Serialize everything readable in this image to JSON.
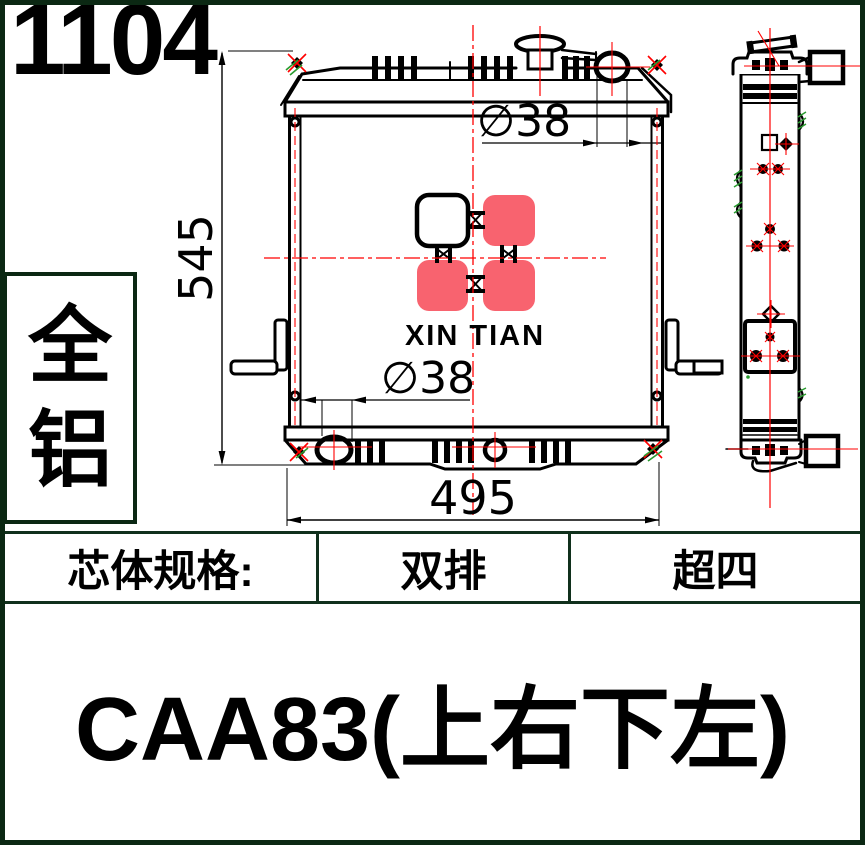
{
  "frame": {
    "background": "#ffffff",
    "border_color": "#0b2813"
  },
  "part_number": "1104",
  "material_badge": {
    "char1": "全",
    "char2": "铝"
  },
  "drawing": {
    "dimensions": {
      "height": "545",
      "width": "495",
      "top_port_diameter": "∅38",
      "bottom_port_diameter": "∅38"
    },
    "logo": {
      "text": "XIN TIAN",
      "block_color": "#f8636f",
      "text_color": "#17502b"
    },
    "colors": {
      "outline": "#000000",
      "centerline": "#ff0000",
      "hatch": "#2a9b2f"
    }
  },
  "spec_table": {
    "label": "芯体规格:",
    "value1": "双排",
    "value2": "超四"
  },
  "model": "CAA83(上右下左)"
}
